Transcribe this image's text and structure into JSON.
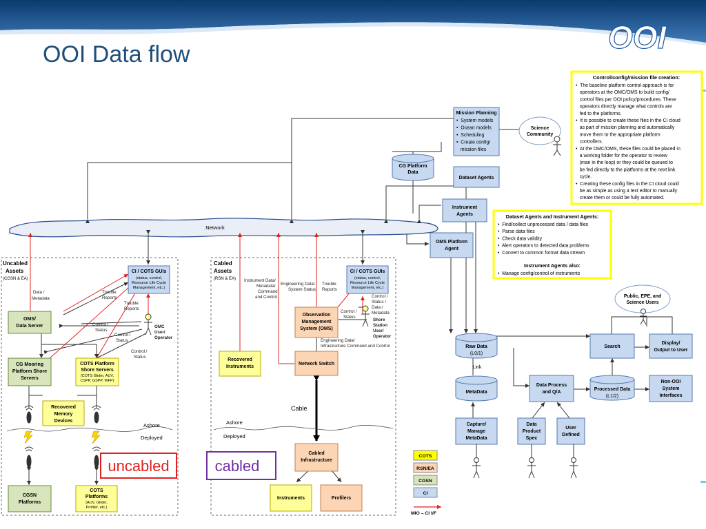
{
  "title": "OOI Data flow",
  "logo_text": "OOI",
  "colors": {
    "blue_box": "#c6d9f1",
    "green_box": "#d7e4bc",
    "tan_box": "#fcd5b4",
    "yellow_box": "#ffff99",
    "legend_yellow": "#ffff00",
    "title_blue": "#1f4e79",
    "red_line": "#e02020",
    "uncabled_red": "#e02020",
    "cabled_purple": "#7030a0"
  },
  "callout_control": {
    "heading": "Control/config/mission file creation:",
    "lines": [
      "•  The baseline platform control approach is for",
      "   operators at the OMC/OMS to build config/",
      "   control files per OOI policy/procedures. These",
      "   operators directly manage what controls are",
      "   fed to the platforms.",
      "•  It is possible to create these files in the CI cloud",
      "   as part of mission planning and automatically",
      "   move them to the appropriate platform",
      "   controllers.",
      "•  At the OMC/OMS, these files could be placed in",
      "   a working folder for the operator to review",
      "   (man in the loop) or they could be queued to",
      "   be fed directly to the platforms at the next link",
      "   cycle.",
      "•  Creating these config files in the CI cloud could",
      "   be as simple as using a text editor to manually",
      "   create them or could be fully automated."
    ]
  },
  "callout_agents": {
    "heading": "Dataset Agents and Instrument Agents:",
    "lines": [
      "•  Find/collect unprocessed data / data files",
      "•  Parse data files",
      "•  Check data validity",
      "•  Alert operators to detected data problems",
      "•  Convert to common format data stream"
    ],
    "heading2": "Instrument Agents also:",
    "lines2": [
      "•  Manage config/control of instruments"
    ]
  },
  "mission_planning": {
    "title": "Mission Planning",
    "items": [
      "•  System models",
      "•  Ocean models",
      "•  Scheduling",
      "•  Create config/",
      "   mission files"
    ]
  },
  "science_community": [
    "Science",
    "Community"
  ],
  "public_users": [
    "Public, EPE, and",
    "Science Users"
  ],
  "cg_platform_data": [
    "CG Platform",
    "Data"
  ],
  "dataset_agents": "Dataset Agents",
  "instrument_agents": [
    "Instrument",
    "Agents"
  ],
  "oms_platform_agent": [
    "OMS Platform",
    "Agent"
  ],
  "network": "Network",
  "uncabled_assets": [
    "Uncabled",
    "Assets"
  ],
  "uncabled_sub": "(CGSN & EA)",
  "cabled_assets": [
    "Cabled",
    "Assets"
  ],
  "cabled_sub": "(RSN & EA)",
  "ci_gui_left": {
    "title": "CI / COTS GUIs",
    "sub": [
      "(status, control,",
      "Resource Life Cycle",
      "Management, etc.)"
    ]
  },
  "ci_gui_right": {
    "title": "CI / COTS GUIs",
    "sub": [
      "(status, control,",
      "Resource Life Cycle",
      "Management, etc.)"
    ]
  },
  "oms_data_server": [
    "OMS/",
    "Data Server"
  ],
  "cg_mooring": [
    "CG Mooring",
    "Platform Shore",
    "Servers"
  ],
  "cots_platform_servers": {
    "title": [
      "COTS Platform",
      "Shore Servers"
    ],
    "sub": [
      "(COTS Glider, AUV,",
      "CSPP, GSPP, WFP)"
    ]
  },
  "recovered_memory": [
    "Recovered",
    "Memory",
    "Devices"
  ],
  "cgsn_platforms": [
    "CGSN",
    "Platforms"
  ],
  "cots_platforms": {
    "title": [
      "COTS",
      "Platforms"
    ],
    "sub": [
      "(AUV, Glider,",
      "Profiler, etc.)"
    ]
  },
  "recovered_instruments": [
    "Recovered",
    "Instruments"
  ],
  "oms_box": [
    "Observation",
    "Management",
    "System (OMS)"
  ],
  "network_switch": "Network Switch",
  "cabled_infrastructure": [
    "Cabled",
    "Infrastructure"
  ],
  "instruments": "Instruments",
  "profilers": "Profilers",
  "raw_data": [
    "Raw Data",
    "(L0/1)"
  ],
  "metadata": "MetaData",
  "capture_metadata": [
    "Capture/",
    "Manage",
    "MetaData"
  ],
  "data_product_spec": [
    "Data",
    "Product",
    "Spec"
  ],
  "user_defined": [
    "User",
    "Defined"
  ],
  "data_process": [
    "Data Process",
    "and Q/A"
  ],
  "processed_data": [
    "Processed Data",
    "(L1/2)"
  ],
  "search": "Search",
  "display_output": [
    "Display/",
    "Output to User"
  ],
  "non_ooi": [
    "Non-OOI",
    "System",
    "Interfaces"
  ],
  "labels": {
    "data_metadata": [
      "Data /",
      "Metadata"
    ],
    "trouble_reports_1": [
      "Trouble",
      "Reports"
    ],
    "trouble_reports_2": [
      "Trouble",
      "Reports"
    ],
    "trouble_reports_3": [
      "Trouble",
      "Reports"
    ],
    "control_status_1": [
      "Control /",
      "Status"
    ],
    "control_status_2": [
      "Control /",
      "Status"
    ],
    "control_status_3": [
      "Control /",
      "Status"
    ],
    "omc_operator": [
      "OMC",
      "User/",
      "Operator"
    ],
    "instrument_data_cmd": [
      "Instrument Data/",
      "Metadata/",
      "Command",
      "and Control"
    ],
    "engineering_data": [
      "Engineering Data/",
      "System Status"
    ],
    "control_status_data": [
      "Control /",
      "Status /",
      "Data /",
      "Metadata"
    ],
    "control_status_4": [
      "Control /",
      "Status"
    ],
    "shore_station": [
      "Shore",
      "Station",
      "User/",
      "Operator"
    ],
    "eng_infra": [
      "Engineering Data/",
      "Infrastructure Command and Control"
    ],
    "ashore_left": "Ashore",
    "deployed_left": "Deployed",
    "ashore_right": "Ashore",
    "deployed_right": "Deployed",
    "cable": "Cable",
    "link": "Link"
  },
  "uncabled_label": "uncabled",
  "cabled_label": "cabled",
  "legend": {
    "items": [
      {
        "label": "COTS",
        "color": "#ffff00"
      },
      {
        "label": "RSN/EA",
        "color": "#fcd5b4"
      },
      {
        "label": "CGSN",
        "color": "#d7e4bc"
      },
      {
        "label": "CI",
        "color": "#c6d9f1"
      }
    ],
    "mio": "MIO – CI I/F"
  }
}
